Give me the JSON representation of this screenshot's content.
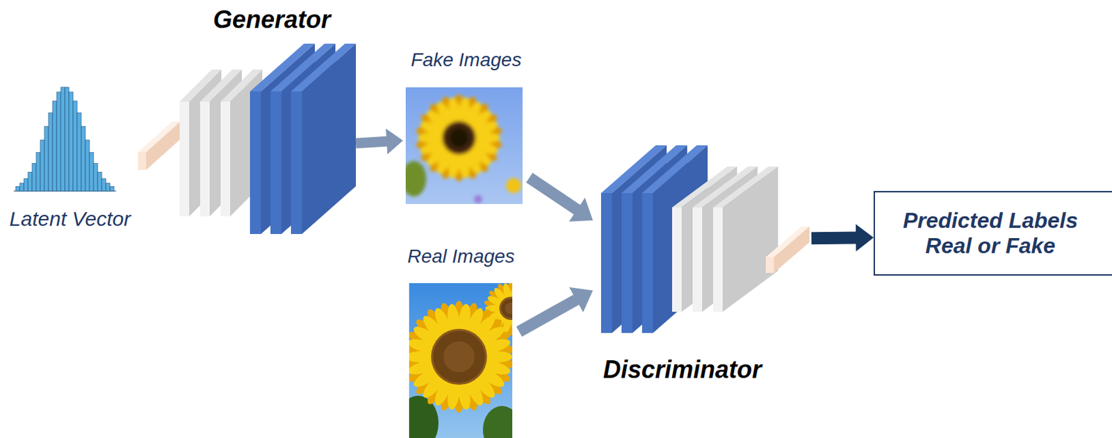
{
  "diagram": {
    "nodes": [
      {
        "text": [
          "Latent Vector"
        ]
      },
      {
        "text": [
          "Generator"
        ]
      },
      {
        "text": [
          "Fake Images"
        ]
      },
      {
        "text": [
          "Real Images"
        ]
      },
      {
        "text": [
          "Discriminator"
        ]
      },
      {
        "text": [
          "Predicted Labels Real or Fake"
        ]
      }
    ],
    "edges": [
      {
        "from": 1,
        "to": 2,
        "arrow": "to"
      },
      {
        "from": 2,
        "to": 4,
        "arrow": "to"
      },
      {
        "from": 3,
        "to": 4,
        "arrow": "to"
      },
      {
        "from": 4,
        "to": 5,
        "arrow": "to"
      }
    ]
  }
}
